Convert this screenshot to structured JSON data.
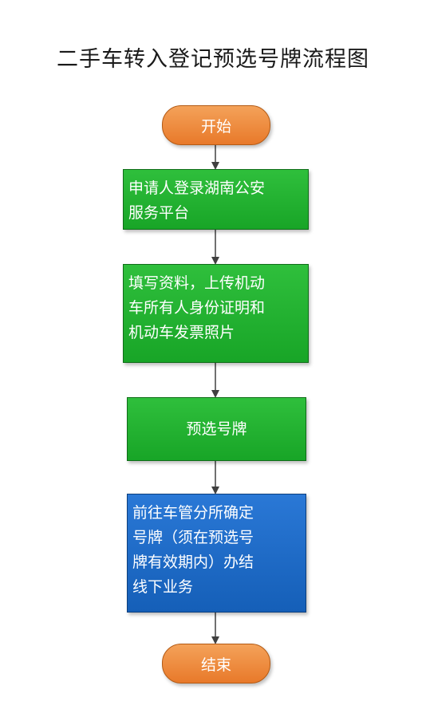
{
  "title": "二手车转入登记预选号牌流程图",
  "start": "开始",
  "steps": [
    {
      "lines": [
        "申请人登录湖南公安",
        "服务平台"
      ]
    },
    {
      "lines": [
        "填写资料，上传机动",
        "车所有人身份证明和",
        "机动车发票照片"
      ]
    },
    {
      "lines": [
        "预选号牌"
      ]
    },
    {
      "lines": [
        "前往车管分所确定",
        "号牌（须在预选号",
        "牌有效期内）办结",
        "线下业务"
      ]
    }
  ],
  "end": "结束",
  "colors": {
    "terminal": "#ED8131",
    "step_green": "#1EAE2E",
    "step_blue": "#1A68C8",
    "arrow": "#404040"
  }
}
